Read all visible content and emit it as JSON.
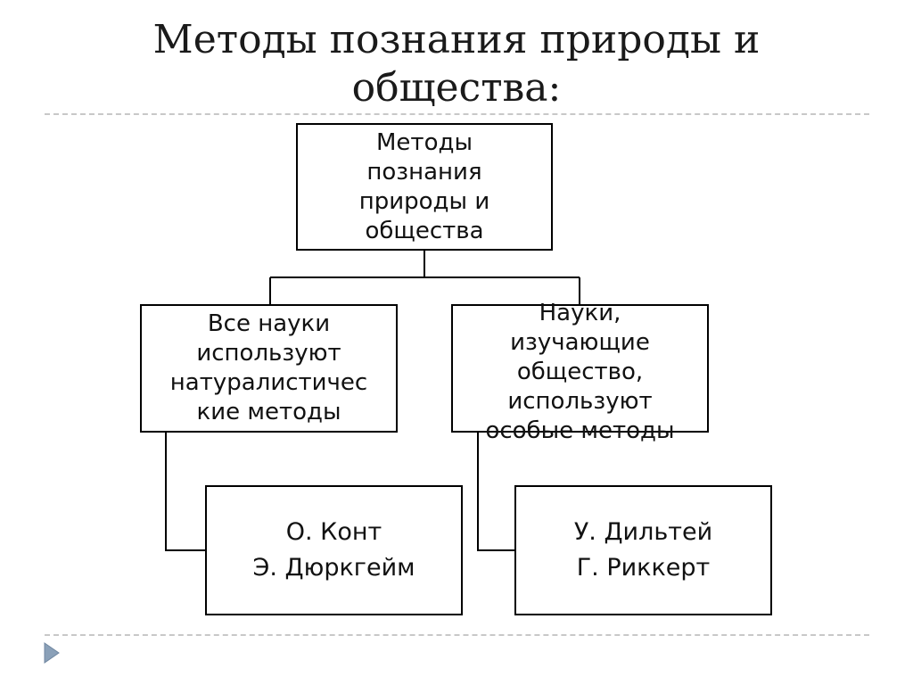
{
  "title": {
    "line1": "Методы познания природы и",
    "line2": "общества:"
  },
  "diagram": {
    "root": {
      "lines": [
        "Методы",
        "познания",
        "природы и",
        "общества"
      ]
    },
    "left_branch": {
      "lines": [
        "Все науки",
        "используют",
        "натуралистичес",
        "кие методы"
      ]
    },
    "right_branch": {
      "lines": [
        "Науки,",
        "изучающие",
        "общество,",
        "используют",
        "особые методы"
      ]
    },
    "left_names": {
      "lines": [
        "О. Конт",
        "Э. Дюркгейм"
      ]
    },
    "right_names": {
      "lines": [
        "У. Дильтей",
        "Г. Риккерт"
      ]
    }
  },
  "colors": {
    "box_border": "#000000",
    "divider": "#c8c8c8",
    "nav_arrow": "#8aa0b8"
  },
  "icons": {
    "nav": "triangle-right-icon"
  }
}
